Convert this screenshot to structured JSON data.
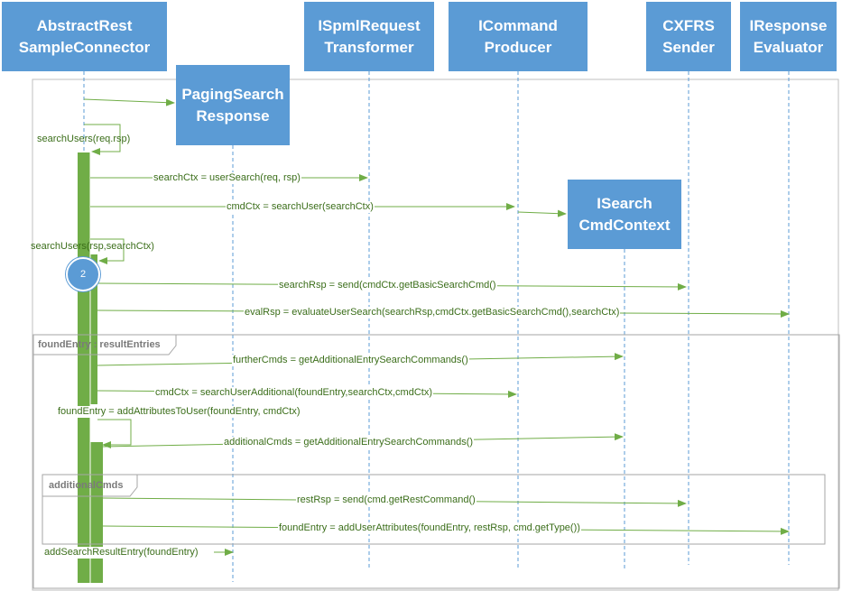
{
  "participants": {
    "abstract_rest": [
      "AbstractRest",
      "SampleConnector"
    ],
    "paging_search": [
      "PagingSearch",
      "Response"
    ],
    "ispml_transformer": [
      "ISpmlRequest",
      "Transformer"
    ],
    "icommand_producer": [
      "ICommand",
      "Producer"
    ],
    "isearch_cmdcontext": [
      "ISearch",
      "CmdContext"
    ],
    "cxfrs_sender": [
      "CXFRS",
      "Sender"
    ],
    "iresponse_evaluator": [
      "IResponse",
      "Evaluator"
    ]
  },
  "frames": {
    "found_entry": "foundEntry : resultEntries",
    "additional_cmds": "additionalCmds"
  },
  "badge": "2",
  "messages": {
    "m1": "searchUsers(req.rsp)",
    "m2": "searchCtx = userSearch(req, rsp)",
    "m3": "cmdCtx = searchUser(searchCtx)",
    "m4": "searchUsers(rsp,searchCtx)",
    "m5": "searchRsp = send(cmdCtx.getBasicSearchCmd()",
    "m6": "evalRsp = evaluateUserSearch(searchRsp,cmdCtx.getBasicSearchCmd(),searchCtx)",
    "m7": "furtherCmds = getAdditionalEntrySearchCommands()",
    "m8": "cmdCtx = searchUserAdditional(foundEntry,searchCtx,cmdCtx)",
    "m9": "foundEntry = addAttributesToUser(foundEntry, cmdCtx)",
    "m10": "additionalCmds = getAdditionalEntrySearchCommands()",
    "m11": "restRsp = send(cmd.getRestCommand()",
    "m12": "foundEntry = addUserAttributes(foundEntry, restRsp, cmd.getType())",
    "m13": "addSearchResultEntry(foundEntry)"
  },
  "colors": {
    "participant": "#5b9bd5",
    "arrow": "#70ad47",
    "activation": "#70ad47",
    "frame": "#a6a6a6",
    "label_text": "#3b6e1a"
  }
}
